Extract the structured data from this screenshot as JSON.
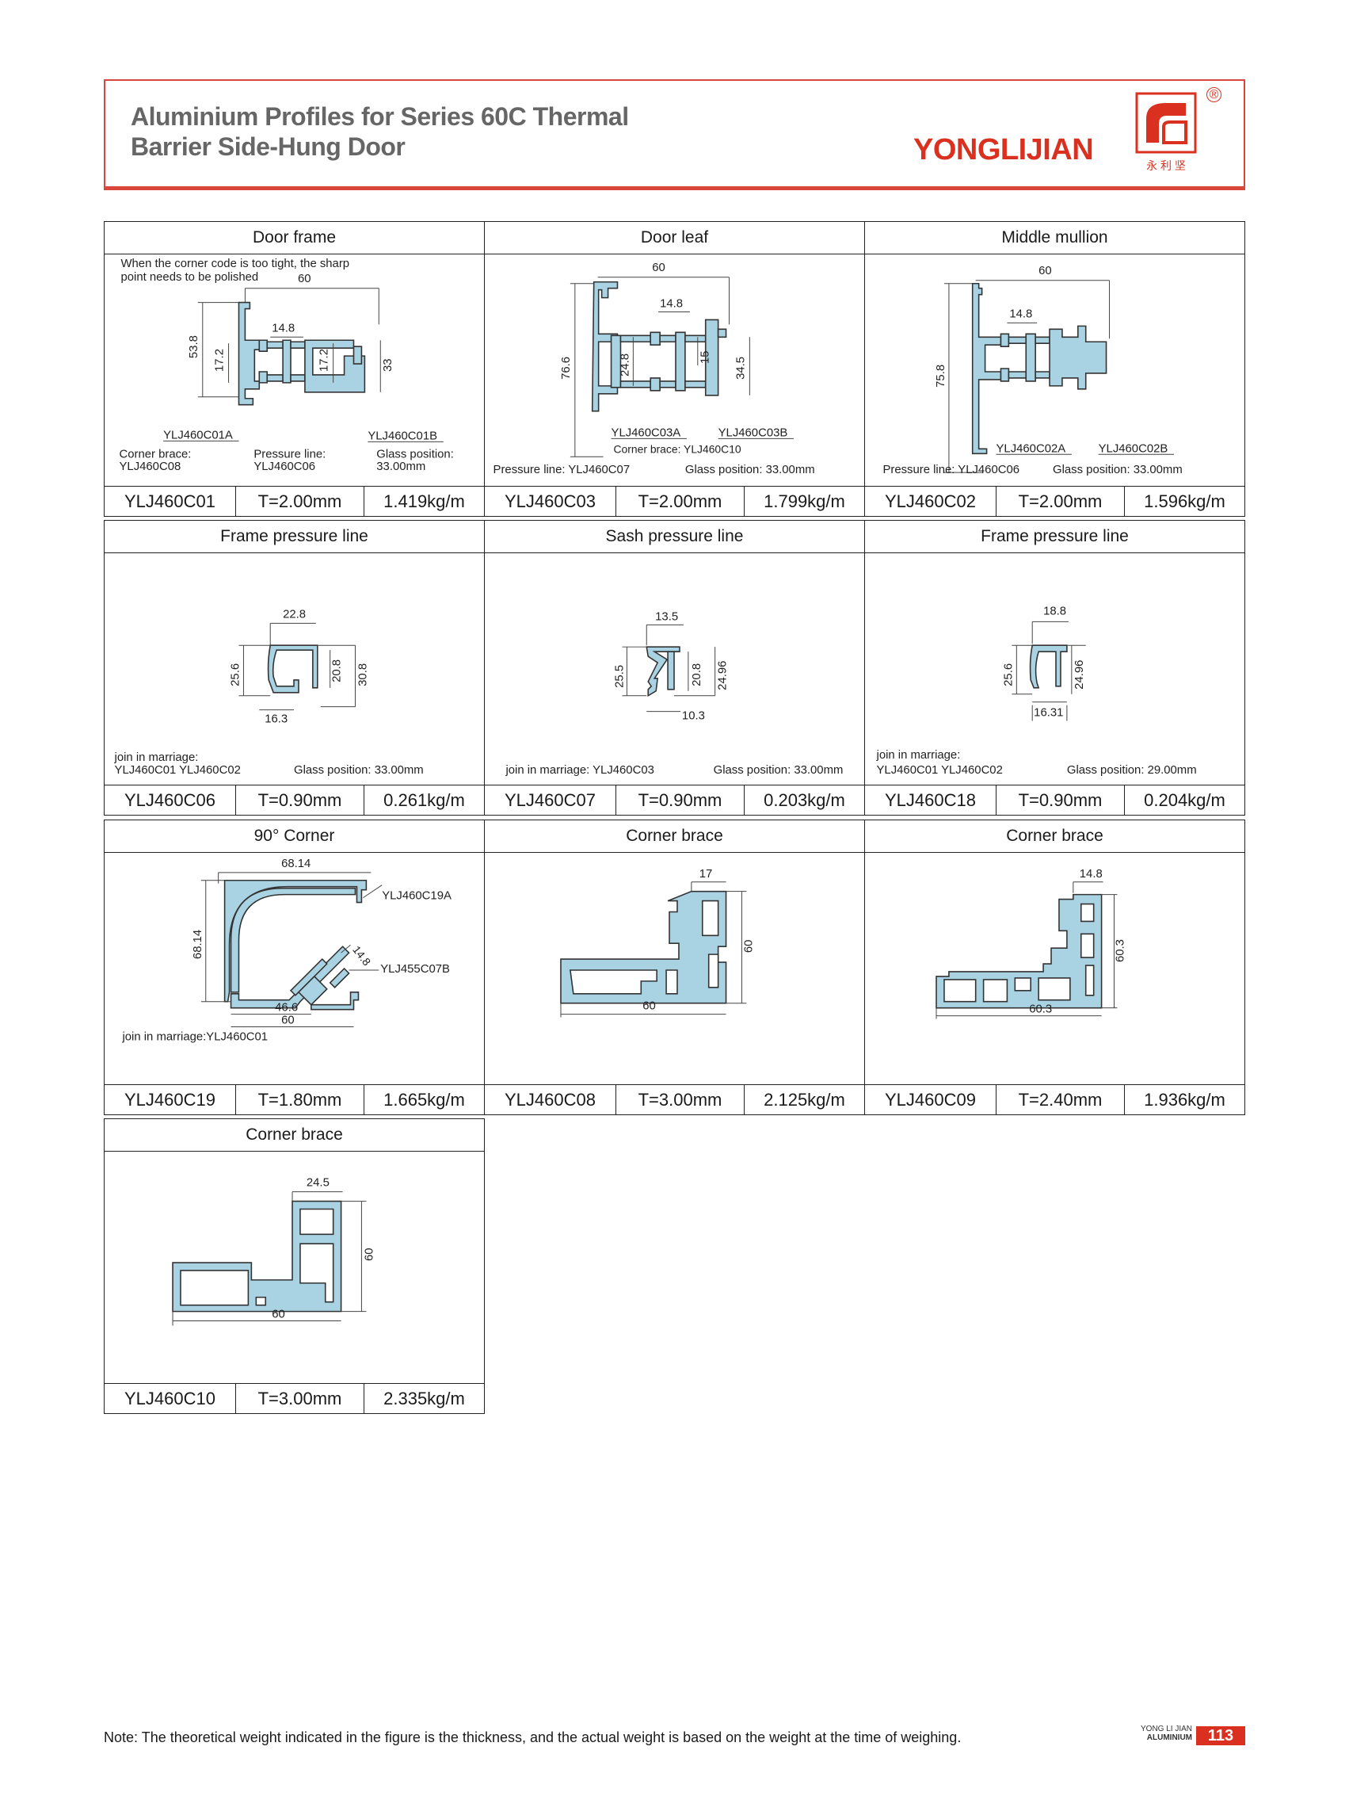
{
  "header": {
    "title_line1": "Aluminium Profiles for Series 60C Thermal",
    "title_line2": "Barrier Side-Hung Door",
    "brand": "YONGLIJIAN",
    "logo_chinese": "永 利 坚",
    "registered": "®"
  },
  "cells": [
    {
      "title": "Door frame",
      "code": "YLJ460C01",
      "thickness": "T=2.00mm",
      "weight": "1.419kg/m",
      "notes": [
        "When the corner code is too tight, the sharp",
        "point needs to be polished"
      ],
      "parts": [
        "YLJ460C01A",
        "YLJ460C01B"
      ],
      "dims": [
        "60",
        "14.8",
        "53.8",
        "17.2",
        "17.2",
        "33"
      ],
      "info": [
        "Corner brace:",
        "YLJ460C08",
        "Pressure line:",
        "YLJ460C06",
        "Glass position:",
        "33.00mm"
      ]
    },
    {
      "title": "Door leaf",
      "code": "YLJ460C03",
      "thickness": "T=2.00mm",
      "weight": "1.799kg/m",
      "parts": [
        "YLJ460C03A",
        "YLJ460C03B"
      ],
      "corner_brace": "Corner brace:  YLJ460C10",
      "dims": [
        "60",
        "14.8",
        "76.6",
        "24.8",
        "15",
        "34.5"
      ],
      "info": [
        "Pressure line: YLJ460C07",
        "Glass position: 33.00mm"
      ]
    },
    {
      "title": "Middle mullion",
      "code": "YLJ460C02",
      "thickness": "T=2.00mm",
      "weight": "1.596kg/m",
      "parts": [
        "YLJ460C02A",
        "YLJ460C02B"
      ],
      "dims": [
        "60",
        "14.8",
        "75.8"
      ],
      "info": [
        "Pressure line: YLJ460C06",
        "Glass position: 33.00mm"
      ]
    },
    {
      "title": "Frame pressure line",
      "code": "YLJ460C06",
      "thickness": "T=0.90mm",
      "weight": "0.261kg/m",
      "dims": [
        "22.8",
        "25.6",
        "20.8",
        "30.8",
        "16.3"
      ],
      "info": [
        "join in marriage:",
        "YLJ460C01  YLJ460C02",
        "Glass position:  33.00mm"
      ]
    },
    {
      "title": "Sash pressure line",
      "code": "YLJ460C07",
      "thickness": "T=0.90mm",
      "weight": "0.203kg/m",
      "dims": [
        "13.5",
        "25.5",
        "20.8",
        "24.96",
        "10.3"
      ],
      "info": [
        "join in marriage: YLJ460C03",
        "Glass position:  33.00mm"
      ]
    },
    {
      "title": "Frame pressure line",
      "code": "YLJ460C18",
      "thickness": "T=0.90mm",
      "weight": "0.204kg/m",
      "dims": [
        "18.8",
        "25.6",
        "24.96",
        "16.31"
      ],
      "info": [
        "join in marriage:",
        "YLJ460C01  YLJ460C02",
        "Glass position:  29.00mm"
      ]
    },
    {
      "title": "90°    Corner",
      "code": "YLJ460C19",
      "thickness": "T=1.80mm",
      "weight": "1.665kg/m",
      "parts": [
        "YLJ460C19A",
        "YLJ455C07B"
      ],
      "dims": [
        "68.14",
        "68.14",
        "14.8",
        "46.6",
        "60"
      ],
      "info": [
        "join in marriage:YLJ460C01"
      ]
    },
    {
      "title": "Corner brace",
      "code": "YLJ460C08",
      "thickness": "T=3.00mm",
      "weight": "2.125kg/m",
      "dims": [
        "17",
        "60",
        "60"
      ]
    },
    {
      "title": "Corner brace",
      "code": "YLJ460C09",
      "thickness": "T=2.40mm",
      "weight": "1.936kg/m",
      "dims": [
        "14.8",
        "60.3",
        "60.3"
      ]
    },
    {
      "title": "Corner brace",
      "code": "YLJ460C10",
      "thickness": "T=3.00mm",
      "weight": "2.335kg/m",
      "dims": [
        "24.5",
        "60",
        "60"
      ]
    }
  ],
  "footer": {
    "note": "Note: The theoretical weight indicated in the figure is the thickness, and the actual weight is based on the weight at the time of weighing.",
    "tag_line1": "YONG LI JIAN",
    "tag_line2": "ALUMINIUM",
    "page": "113"
  },
  "colors": {
    "accent": "#d9301f",
    "profile": "#a9d3e3"
  }
}
